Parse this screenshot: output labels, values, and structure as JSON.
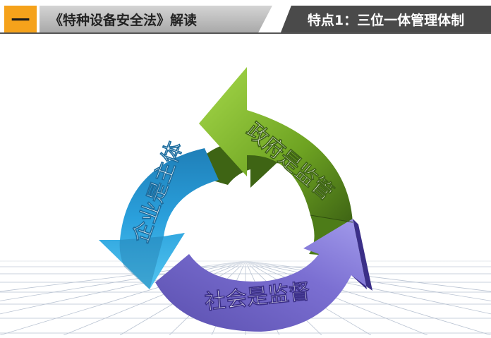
{
  "header": {
    "section_number": "一",
    "title": "《特种设备安全法》解读",
    "feature": "特点1：三位一体管理体制"
  },
  "diagram": {
    "segments": [
      {
        "label": "政府是监管"
      },
      {
        "label": "企业是主体"
      },
      {
        "label": "社会是监督"
      }
    ]
  },
  "colors": {
    "green": "#7ab527",
    "blue": "#2aa0dc",
    "purple": "#7b6fd2",
    "orange": "#f5a21b",
    "dark_bar": "#4a4a4a"
  }
}
